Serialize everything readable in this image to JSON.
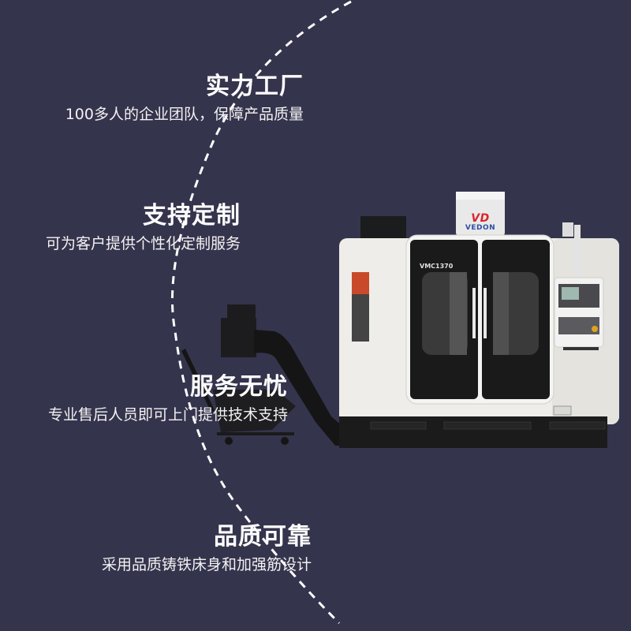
{
  "features": [
    {
      "title": "实力工厂",
      "desc": "100多人的企业团队，保障产品质量"
    },
    {
      "title": "支持定制",
      "desc": "可为客户提供个性化定制服务"
    },
    {
      "title": "服务无忧",
      "desc": "专业售后人员即可上门提供技术支持"
    },
    {
      "title": "品质可靠",
      "desc": "采用品质铸铁床身和加强筋设计"
    }
  ],
  "machine": {
    "brand_mark": "VD",
    "brand_name": "VEDON",
    "model": "VMC1370"
  },
  "colors": {
    "background": "#35344d",
    "text": "#ffffff",
    "machine_body": "#ecece8",
    "machine_dark": "#1b1b1c",
    "brand_red": "#d8262d",
    "brand_blue": "#2e4fa3"
  }
}
